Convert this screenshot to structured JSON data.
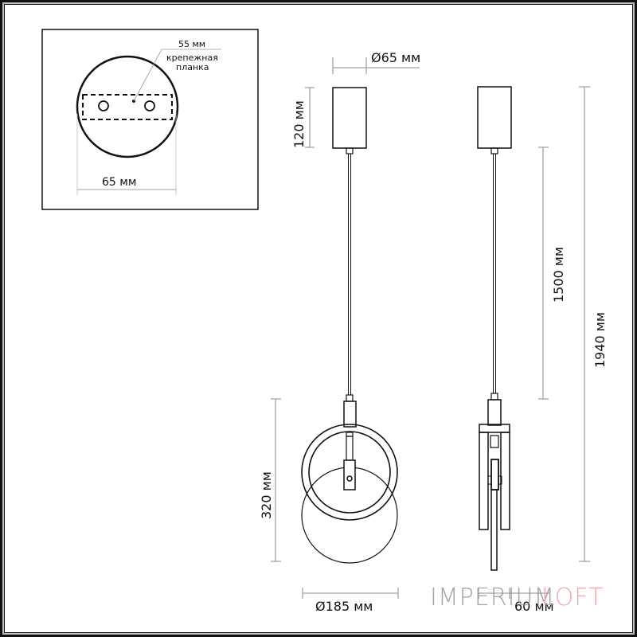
{
  "drawing": {
    "inset": {
      "bracket_length_label": "55 мм",
      "bracket_name_line1": "крепежная",
      "bracket_name_line2": "планка",
      "canopy_width_label": "65 мм"
    },
    "front_view": {
      "canopy_diameter_label": "Ø65 мм",
      "canopy_height_label": "120 мм",
      "lamp_height_label": "320 мм",
      "ring_diameter_label": "Ø185 мм"
    },
    "side_view": {
      "cable_length_label": "1500 мм",
      "total_height_label": "1940 мм",
      "depth_label": "60 мм"
    }
  },
  "watermark": {
    "part1": "IMPERIUM",
    "part2": "LOFT",
    "color1": "#9a9a9a",
    "color2": "#e8a0a4"
  },
  "colors": {
    "line": "#111111",
    "dim_line": "#888888"
  }
}
